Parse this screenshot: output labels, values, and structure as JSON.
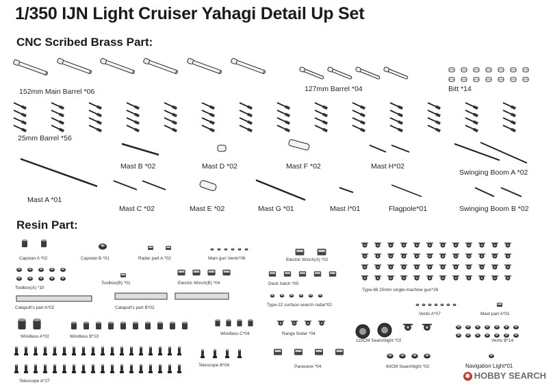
{
  "title": "1/350 IJN Light Cruiser Yahagi Detail Up Set",
  "brass": {
    "heading": "CNC Scribed Brass Part:",
    "labels": {
      "main_barrel": "152mm Main Barrel *06",
      "barrel_127": "127mm Barrel *04",
      "bitt": "Bitt *14",
      "barrel_25": "25mm Barrel  *56",
      "mast_a": "Mast A *01",
      "mast_b": "Mast B *02",
      "mast_c": "Mast C *02",
      "mast_d": "Mast D *02",
      "mast_e": "Mast E *02",
      "mast_f": "Mast F *02",
      "mast_g": "Mast G *01",
      "mast_h": "Mast H*02",
      "mast_i": "Mast I*01",
      "flagpole": "Flagpole*01",
      "boom_a": "Swinging Boom A *02",
      "boom_b": "Swinging Boom B *02"
    }
  },
  "resin": {
    "heading": "Resin Part:",
    "labels": {
      "capstan_a": "Capstan A *02",
      "capstan_b": "Capstan B *01",
      "radar_part_a": "Radar part A *02",
      "main_gun_vents": "Main gun Vents*06",
      "electric_winch_a": "Electric Winch(A) *02",
      "toolbox_a": "Toolbox(A) *10",
      "toolbox_b": "Toolbox(B) *01",
      "electric_winch_b": "Electric Winch(B) *04",
      "deck_hatch": "Deck hatch *05",
      "type96": "Type-96 25mm single-machine gun*26",
      "catapult_a": "Catapult's part A*02",
      "catapult_b": "Catapult's part B*02",
      "type22": "Type-22 surface-search radar*02",
      "vents_a": "Vents A*07",
      "mast_part_a": "Mast part A*01",
      "windlass_a": "Windlass A*02",
      "windlass_b": "Windlass B*10",
      "windlass_c": "Windlass C*04",
      "range_finder": "Range finder *04",
      "searchlight_110": "110CM Searchlight *02",
      "vents_b": "Vents B*14",
      "telescope_b": "Telescope B*04",
      "paravane": "Paravane *04",
      "searchlight_60": "60CM Searchlight *02",
      "navigation_light": "Navigation Light*01",
      "telescope_a": "Telescope A*27"
    }
  },
  "watermark": "HOBBY SEARCH",
  "icons": [
    "barrel-icon",
    "bitt-icon",
    "rod-icon",
    "resin-part-icon",
    "hobby-search-logo-icon"
  ]
}
